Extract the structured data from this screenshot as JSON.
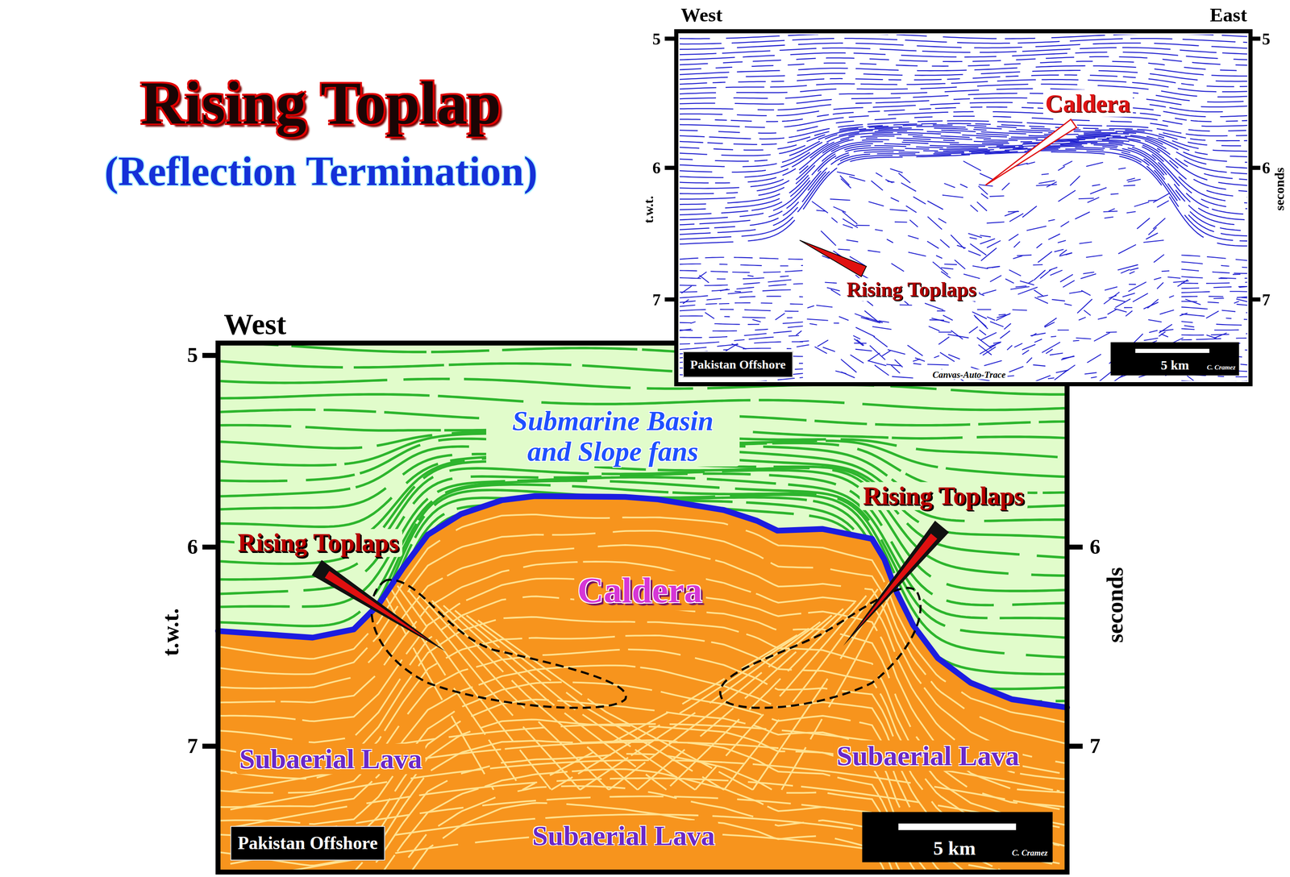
{
  "diagram": {
    "title": "Rising Toplap",
    "nodes": [
      {
        "text": [
          "Pakistan Offshore"
        ]
      },
      {
        "text": [
          "5 km",
          "C. Cramez"
        ]
      },
      {
        "text": [
          "Pakistan Offshore"
        ]
      },
      {
        "text": [
          "5 km",
          "C. Cramez"
        ]
      }
    ],
    "labels": [
      "(Reflection Termination)",
      "West",
      "East",
      "5",
      "6",
      "7",
      "5",
      "6",
      "7",
      "t.w.t.",
      "seconds",
      "Caldera",
      "Rising Toplaps",
      "Canvas-Auto-Trace",
      "West",
      "5",
      "6",
      "7",
      "6",
      "7",
      "t.w.t.",
      "seconds",
      "Submarine Basin and Slope fans",
      "Caldera",
      "Rising Toplaps",
      "Rising Toplaps",
      "Subaerial Lava",
      "Subaerial Lava",
      "Subaerial Lava"
    ]
  }
}
